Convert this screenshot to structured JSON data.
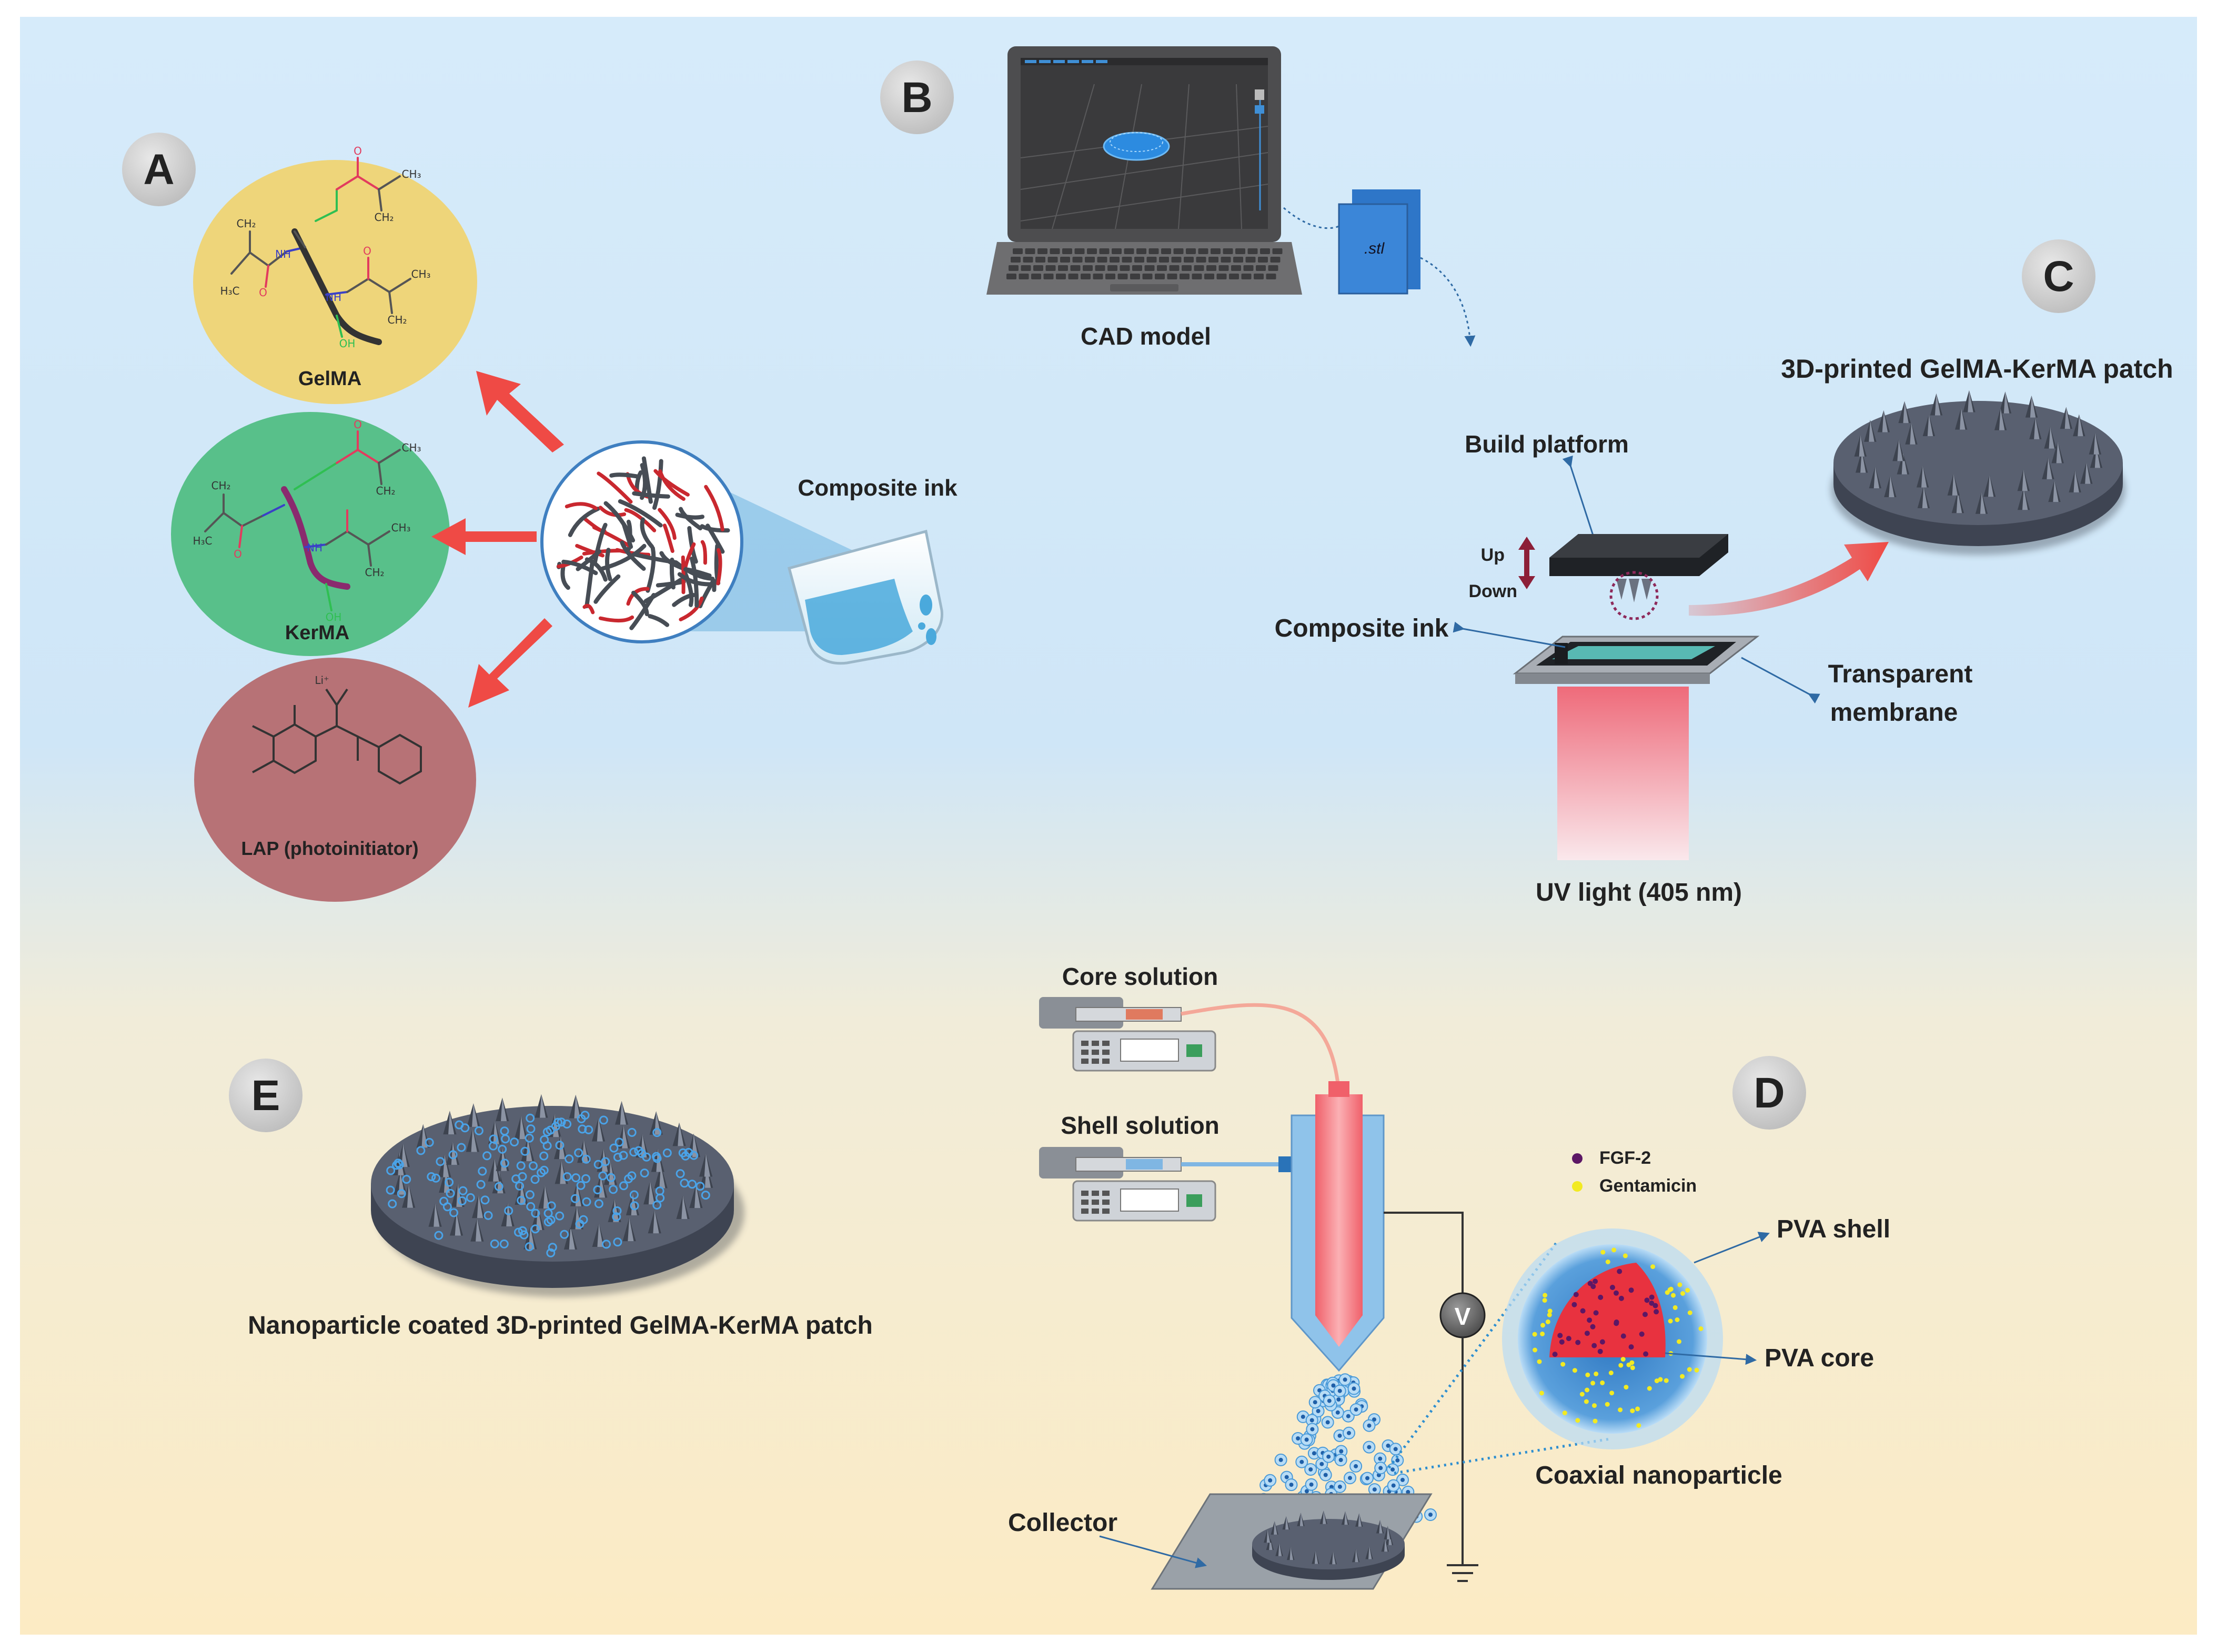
{
  "panels": {
    "A": "A",
    "B": "B",
    "C": "C",
    "D": "D",
    "E": "E"
  },
  "panel_a": {
    "gelma": "GelMA",
    "kerma": "KerMA",
    "lap": "LAP (photoinitiator)",
    "composite_ink": "Composite ink",
    "chem": {
      "ch2": "CH₂",
      "ch3": "CH₃",
      "h3c": "H₃C",
      "nh": "NH",
      "oh": "OH",
      "o": "O",
      "li": "Li⁺"
    }
  },
  "panel_b": {
    "cad_model": "CAD model",
    "stl": ".stl"
  },
  "panel_c": {
    "patch_title": "3D-printed GelMA-KerMA patch",
    "build_platform": "Build platform",
    "up": "Up",
    "down": "Down",
    "composite_ink": "Composite ink",
    "transparent_membrane_1": "Transparent",
    "transparent_membrane_2": "membrane",
    "uv_light": "UV light (405 nm)"
  },
  "panel_d": {
    "core_solution": "Core solution",
    "shell_solution": "Shell solution",
    "voltage": "V",
    "fgf2": "FGF-2",
    "gentamicin": "Gentamicin",
    "pva_shell": "PVA shell",
    "pva_core": "PVA core",
    "coaxial_nanoparticle": "Coaxial nanoparticle",
    "collector": "Collector"
  },
  "panel_e": {
    "caption": "Nanoparticle coated 3D-printed GelMA-KerMA patch"
  },
  "colors": {
    "bg_top": "#d2e8f9",
    "bg_bottom": "#fcebc4",
    "gelma": "#eed57a",
    "kerma": "#58c08a",
    "lap": "#b77276",
    "arrow_red": "#ef4a45",
    "patch_gray": "#4c5260",
    "uv_red": "#f06c78",
    "fgf2_dot": "#5c1765",
    "gentamicin_dot": "#f2ea22"
  }
}
